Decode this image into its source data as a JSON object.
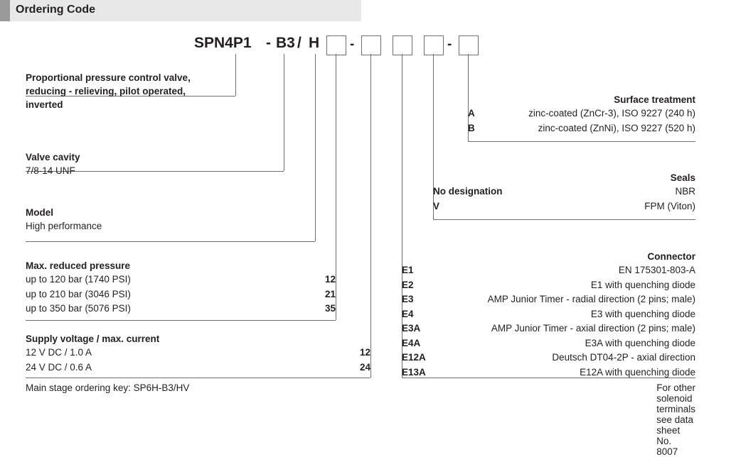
{
  "header": {
    "title": "Ordering Code"
  },
  "code": {
    "segments": [
      "SPN4P1",
      "-",
      "B3",
      "/",
      "H"
    ],
    "prefix": "SPN4P1",
    "dash1": "-",
    "model_cavity": "B3",
    "slash": "/",
    "letter": "H",
    "dash2": "-",
    "dash3": "-"
  },
  "left": {
    "blocks": [
      {
        "name": "description",
        "lines": [
          "Proportional pressure control valve,",
          "reducing - relieving, pilot operated,",
          "inverted"
        ],
        "bold": true
      },
      {
        "name": "valve-cavity",
        "title": "Valve cavity",
        "lines": [
          "7/8-14 UNF"
        ]
      },
      {
        "name": "model",
        "title": "Model",
        "lines": [
          "High performance"
        ]
      },
      {
        "name": "max-reduced-pressure",
        "title": "Max. reduced pressure",
        "rows": [
          {
            "label": "up to 120 bar (1740 PSI)",
            "code": "12"
          },
          {
            "label": "up to 210 bar (3046 PSI)",
            "code": "21"
          },
          {
            "label": "up to 350 bar (5076 PSI)",
            "code": "35"
          }
        ]
      },
      {
        "name": "supply-voltage",
        "title": "Supply voltage / max. current",
        "rows": [
          {
            "label": "12 V DC / 1.0 A",
            "code": "12"
          },
          {
            "label": "24 V DC / 0.6 A",
            "code": "24"
          }
        ]
      }
    ]
  },
  "right": {
    "surface_treatment": {
      "title": "Surface treatment",
      "rows": [
        {
          "code": "A",
          "label": "zinc-coated (ZnCr-3), ISO 9227 (240 h)"
        },
        {
          "code": "B",
          "label": "zinc-coated (ZnNi), ISO 9227 (520 h)"
        }
      ]
    },
    "seals": {
      "title": "Seals",
      "rows": [
        {
          "code": "No designation",
          "label": "NBR"
        },
        {
          "code": "V",
          "label": "FPM (Viton)"
        }
      ]
    },
    "connector": {
      "title": "Connector",
      "rows": [
        {
          "code": "E1",
          "label": "EN 175301-803-A"
        },
        {
          "code": "E2",
          "label": "E1 with quenching diode"
        },
        {
          "code": "E3",
          "label": "AMP Junior Timer - radial direction (2 pins; male)"
        },
        {
          "code": "E4",
          "label": "E3 with quenching diode"
        },
        {
          "code": "E3A",
          "label": "AMP Junior Timer - axial direction (2 pins; male)"
        },
        {
          "code": "E4A",
          "label": "E3A with quenching diode"
        },
        {
          "code": "E12A",
          "label": "Deutsch DT04-2P - axial direction"
        },
        {
          "code": "E13A",
          "label": "E12A with quenching diode"
        }
      ]
    }
  },
  "footer": {
    "left": "Main stage ordering key: SP6H-B3/HV",
    "right": "For other solenoid terminals see data sheet No. 8007"
  }
}
